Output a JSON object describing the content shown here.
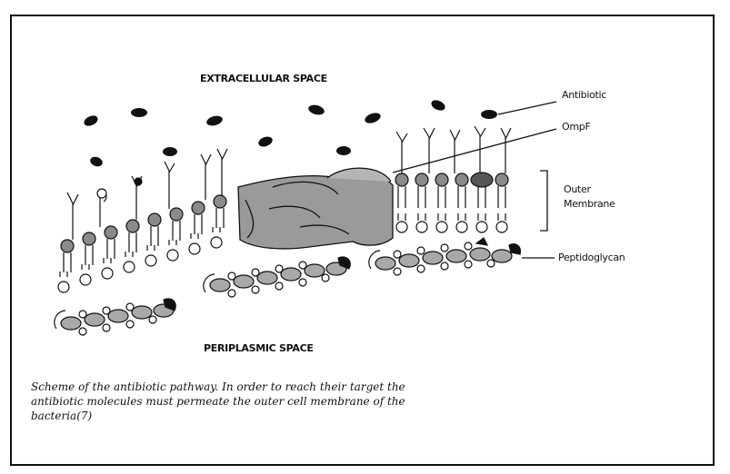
{
  "labels": {
    "top": "EXTRACELLULAR SPACE",
    "bottom": "PERIPLASMIC SPACE",
    "antibiotic": "Antibiotic",
    "ompf": "OmpF",
    "outer_line1": "Outer",
    "outer_line2": "Membrane",
    "peptidoglycan": "Peptidoglycan"
  },
  "caption": {
    "line1": "Scheme of the antibiotic pathway. In order to reach their target the",
    "line2": "antibiotic molecules must permeate the outer cell membrane of the",
    "line3": "bacteria(7)"
  },
  "colors": {
    "ink": "#111111",
    "head": "#8a8a8a",
    "protein": "#9a9a9a",
    "peptido": "#a8a8a8"
  }
}
